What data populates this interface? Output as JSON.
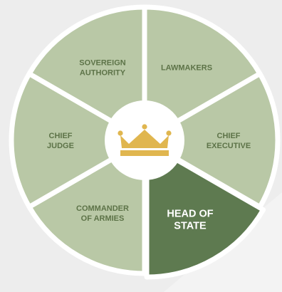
{
  "colors": {
    "background": "#f3f3f3",
    "segment": "#b9c8a6",
    "segment_text": "#5d7348",
    "highlight": "#5e7a50",
    "highlight_text": "#ffffff",
    "gap": "#ffffff",
    "hub": "#ffffff",
    "crown": "#e0b64f"
  },
  "hub": {
    "icon": "crown-icon"
  },
  "segments": [
    {
      "id": "lawmakers",
      "lines": [
        "LAWMAKERS"
      ],
      "highlighted": false
    },
    {
      "id": "chief-executive",
      "lines": [
        "CHIEF",
        "EXECUTIVE"
      ],
      "highlighted": false
    },
    {
      "id": "head-of-state",
      "lines": [
        "HEAD OF",
        "STATE"
      ],
      "highlighted": true
    },
    {
      "id": "commander-of-armies",
      "lines": [
        "COMMANDER",
        "OF ARMIES"
      ],
      "highlighted": false
    },
    {
      "id": "chief-judge",
      "lines": [
        "CHIEF",
        "JUDGE"
      ],
      "highlighted": false
    },
    {
      "id": "sovereign-authority",
      "lines": [
        "SOVEREIGN",
        "AUTHORITY"
      ],
      "highlighted": false
    }
  ]
}
